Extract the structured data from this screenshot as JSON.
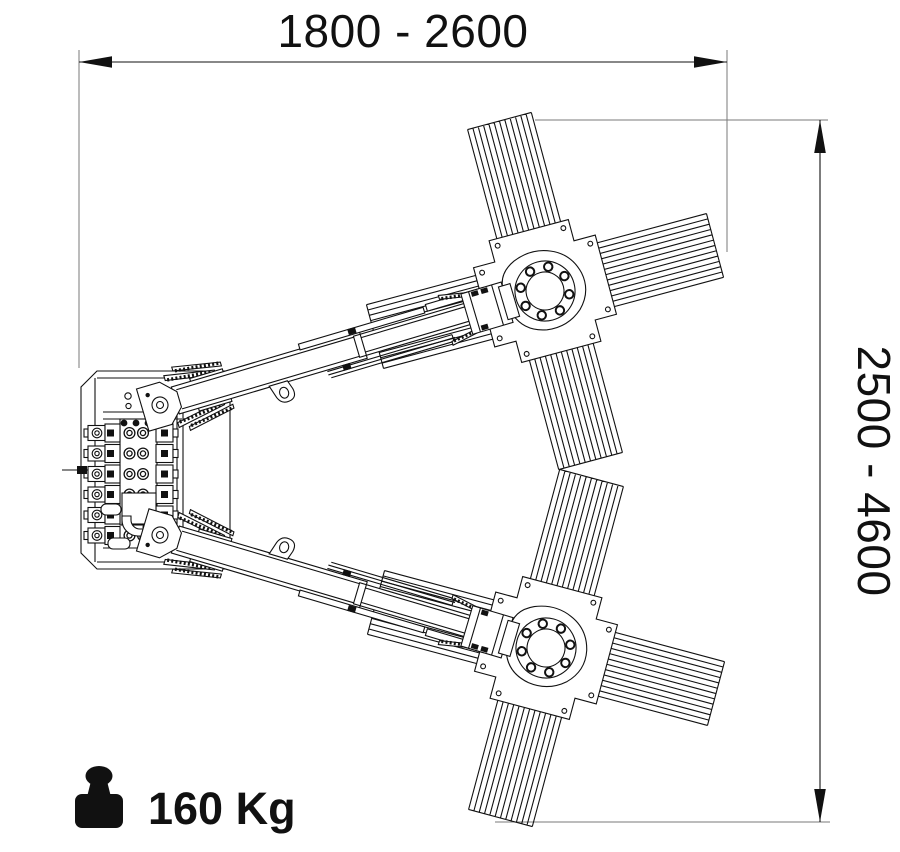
{
  "annotations": {
    "width_range": "1800 - 2600",
    "height_range": "2500 - 4600",
    "weight_label": "160 Kg",
    "weight_value": "160",
    "weight_unit": "Kg"
  },
  "icons": {
    "weight": "calibration-weight-icon"
  },
  "colors": {
    "line": "#111111",
    "ext": "#7a7a7a",
    "dark": "#111111",
    "bg": "#ffffff"
  }
}
